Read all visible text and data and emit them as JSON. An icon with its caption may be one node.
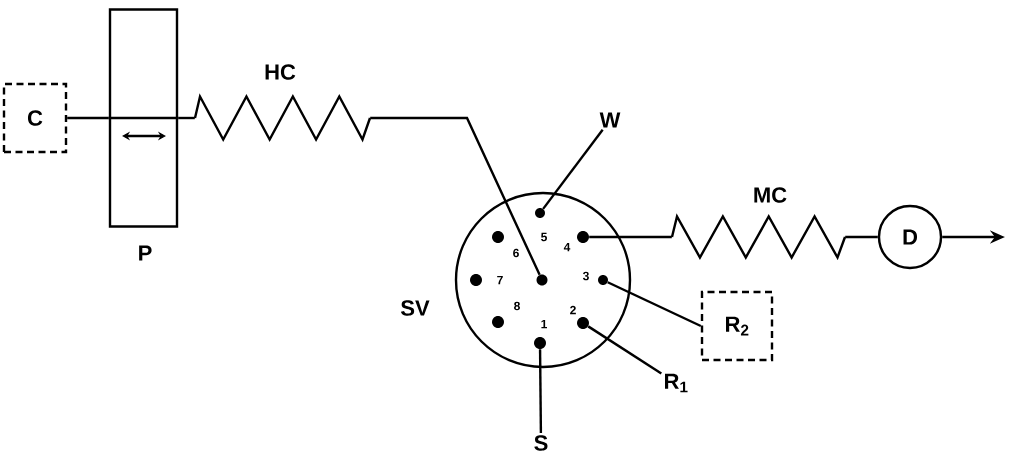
{
  "diagram": {
    "nodes": [
      {
        "text": [
          "C"
        ]
      },
      {
        "text": [
          "P"
        ]
      },
      {
        "text": [
          "HC"
        ]
      },
      {
        "text": [
          "W"
        ]
      },
      {
        "text": [
          "SV"
        ]
      },
      {
        "text": [],
        "shape": "circle",
        "in": 4
      },
      {
        "text": [],
        "shape": "circle",
        "in": 4,
        "beside": [
          "1"
        ]
      },
      {
        "text": [],
        "shape": "circle",
        "in": 4,
        "beside": [
          "2"
        ]
      },
      {
        "text": [],
        "shape": "circle",
        "in": 4,
        "beside": [
          "3"
        ]
      },
      {
        "text": [],
        "shape": "circle",
        "in": 4,
        "beside": [
          "4"
        ]
      },
      {
        "text": [],
        "shape": "circle",
        "in": 4,
        "beside": [
          "5"
        ]
      },
      {
        "text": [],
        "shape": "circle",
        "in": 4,
        "beside": [
          "6"
        ]
      },
      {
        "text": [],
        "shape": "circle",
        "in": 4,
        "beside": [
          "7"
        ]
      },
      {
        "text": [],
        "shape": "circle",
        "in": 4,
        "beside": [
          "8"
        ]
      },
      {
        "text": [
          "MC"
        ]
      },
      {
        "text": [
          "D"
        ]
      },
      {
        "text": [
          "R$_{2}$"
        ]
      },
      {
        "text": [
          "R$_{1}$"
        ]
      },
      {
        "text": [
          "S"
        ]
      }
    ],
    "edges": [
      {
        "from": 0,
        "to": 1,
        "arrow": "none"
      },
      {
        "from": 1,
        "to": 2,
        "arrow": "none"
      },
      {
        "from": 2,
        "to": 5,
        "arrow": "none"
      },
      {
        "from": 10,
        "to": 3,
        "arrow": "none"
      },
      {
        "from": 9,
        "to": 14,
        "arrow": "none"
      },
      {
        "from": 14,
        "to": 15,
        "arrow": "none"
      },
      {
        "from": 15,
        "to": null,
        "arrow": "to"
      },
      {
        "from": 8,
        "to": 16,
        "arrow": "none"
      },
      {
        "from": 7,
        "to": 17,
        "arrow": "none"
      },
      {
        "from": 6,
        "to": 18,
        "arrow": "none"
      }
    ]
  }
}
